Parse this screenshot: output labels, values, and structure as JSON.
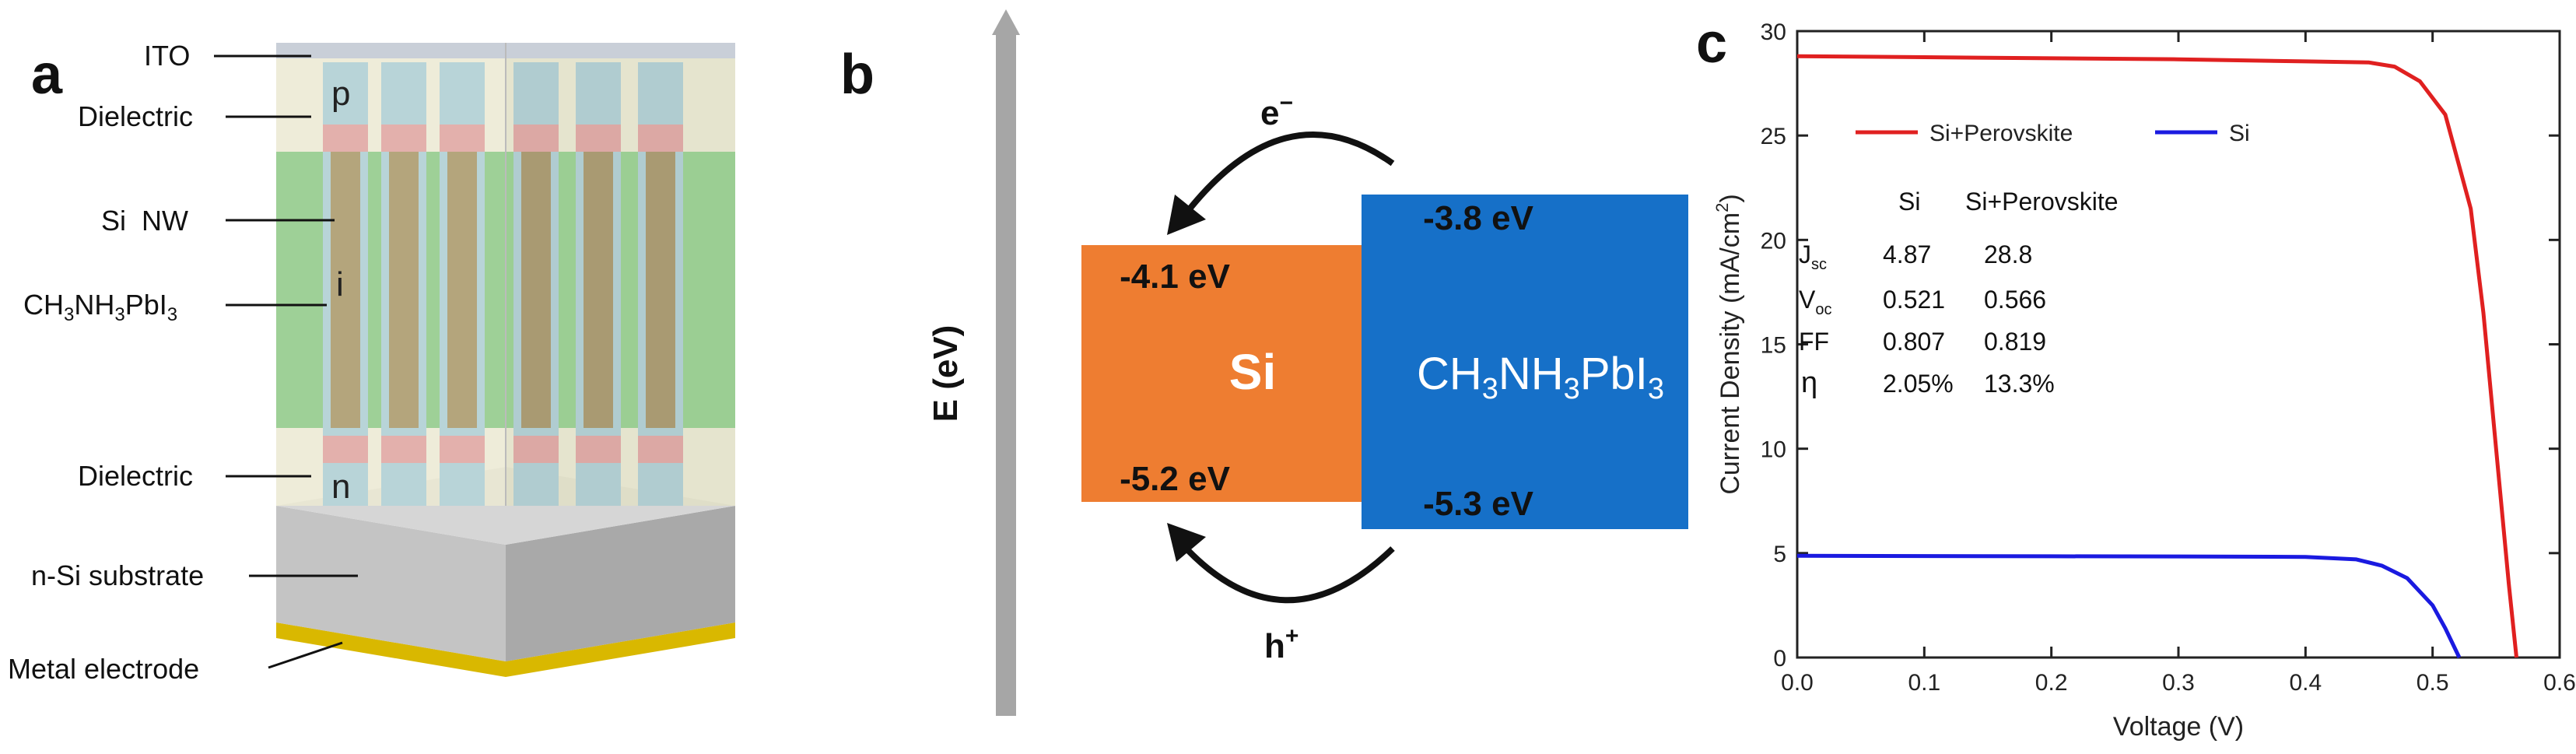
{
  "panel_a": {
    "letter": "a",
    "labels": {
      "ito": "ITO",
      "dielectric_top": "Dielectric",
      "si_nw": "Si  NW",
      "perovskite_main": "CH",
      "perovskite_sub1": "3",
      "perovskite_mid": "NH",
      "perovskite_sub2": "3",
      "perovskite_end": "PbI",
      "perovskite_sub3": "3",
      "dielectric_bottom": "Dielectric",
      "substrate": "n-Si substrate",
      "metal": "Metal electrode"
    },
    "region_labels": {
      "p": "p",
      "i": "i",
      "n": "n"
    },
    "colors": {
      "perovskite": "#6fbf73",
      "nanowire": "#c7b98a",
      "dielectric": "#e8b4b0",
      "ito": "#d8dde4",
      "substrate": "#c8c8c8",
      "metal": "#e8c81a"
    }
  },
  "panel_b": {
    "letter": "b",
    "axis_label": "E (eV)",
    "si": {
      "name": "Si",
      "top": "-4.1 eV",
      "bottom": "-5.2 eV",
      "color": "#ee7d31"
    },
    "perovskite": {
      "main": "CH",
      "s1": "3",
      "mid": "NH",
      "s2": "3",
      "end": "PbI",
      "s3": "3",
      "top": "-3.8 eV",
      "bottom": "-5.3 eV",
      "color": "#1670c8"
    },
    "electron": {
      "base": "e",
      "sup": "−"
    },
    "hole": {
      "base": "h",
      "sup": "+"
    }
  },
  "panel_c": {
    "letter": "c",
    "table": {
      "headers": [
        "",
        "Si",
        "Si+Perovskite"
      ],
      "rows": [
        {
          "param": "J",
          "sub": "sc",
          "si": "4.87",
          "sp": "28.8"
        },
        {
          "param": "V",
          "sub": "oc",
          "si": "0.521",
          "sp": "0.566"
        },
        {
          "param": "FF",
          "sub": "",
          "si": "0.807",
          "sp": "0.819"
        },
        {
          "param": "η",
          "sub": "",
          "si": "2.05%",
          "sp": "13.3%"
        }
      ]
    }
  },
  "chart_data": {
    "type": "line",
    "xlabel": "Voltage (V)",
    "ylabel_main": "Current Density (mA/cm",
    "ylabel_sup": "2",
    "ylabel_end": ")",
    "xlim": [
      0.0,
      0.6
    ],
    "ylim": [
      0,
      30
    ],
    "xticks": [
      "0.0",
      "0.1",
      "0.2",
      "0.3",
      "0.4",
      "0.5",
      "0.6"
    ],
    "yticks": [
      "0",
      "5",
      "10",
      "15",
      "20",
      "25",
      "30"
    ],
    "grid": false,
    "legend_position": "top-left",
    "series": [
      {
        "name": "Si+Perovskite",
        "color": "#e02020",
        "x": [
          0.0,
          0.1,
          0.2,
          0.3,
          0.4,
          0.45,
          0.47,
          0.49,
          0.51,
          0.53,
          0.54,
          0.55,
          0.56,
          0.566
        ],
        "y": [
          28.8,
          28.75,
          28.7,
          28.65,
          28.55,
          28.5,
          28.3,
          27.6,
          26.0,
          21.5,
          16.5,
          10.0,
          3.5,
          0.0
        ]
      },
      {
        "name": "Si",
        "color": "#1a1ae0",
        "x": [
          0.0,
          0.1,
          0.2,
          0.3,
          0.4,
          0.44,
          0.46,
          0.48,
          0.5,
          0.51,
          0.521
        ],
        "y": [
          4.87,
          4.86,
          4.85,
          4.84,
          4.82,
          4.7,
          4.4,
          3.8,
          2.5,
          1.4,
          0.0
        ]
      }
    ]
  }
}
